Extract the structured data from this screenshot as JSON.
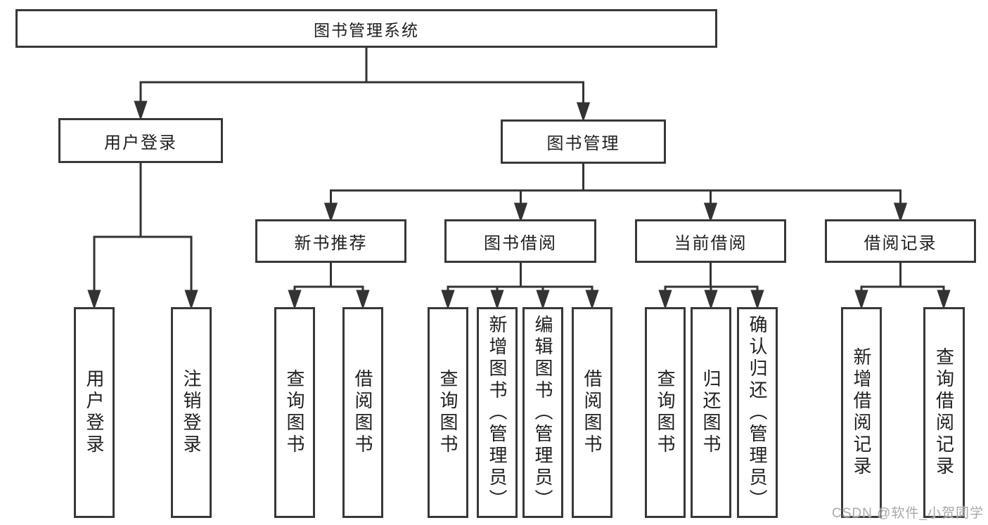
{
  "watermark": "CSDN @软件_小贺同学",
  "colors": {
    "line": "#333333",
    "box_border": "#383838",
    "text": "#1f1f1f",
    "background": "#ffffff",
    "watermark": "#a9a9a9"
  },
  "tree": {
    "root": {
      "label": "图书管理系统"
    },
    "branches": [
      {
        "label": "用户登录",
        "children": [
          "用户登录",
          "注销登录"
        ]
      },
      {
        "label": "图书管理",
        "children": [
          {
            "label": "新书推荐",
            "children": [
              "查询图书",
              "借阅图书"
            ]
          },
          {
            "label": "图书借阅",
            "children": [
              "查询图书",
              "新增图书（管理员）",
              "编辑图书（管理员）",
              "借阅图书"
            ]
          },
          {
            "label": "当前借阅",
            "children": [
              "查询图书",
              "归还图书",
              "确认归还（管理员）"
            ]
          },
          {
            "label": "借阅记录",
            "children": [
              "新增借阅记录",
              "查询借阅记录"
            ]
          }
        ]
      }
    ]
  }
}
